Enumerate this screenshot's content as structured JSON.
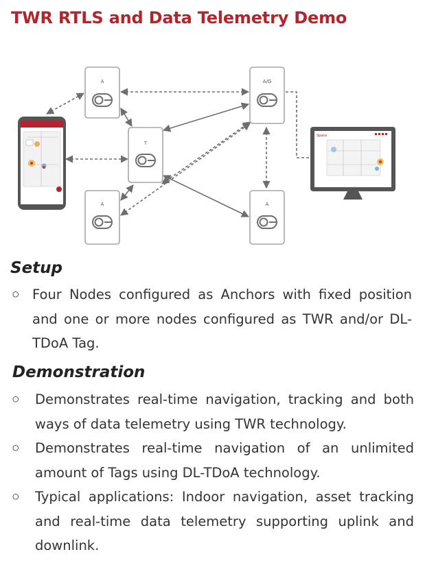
{
  "title": "TWR RTLS and Data Telemetry Demo",
  "diagram": {
    "nodes": [
      {
        "id": "anchor-top-left",
        "label": "A"
      },
      {
        "id": "anchor-top-right",
        "label": "A/G"
      },
      {
        "id": "tag-center",
        "label": "T"
      },
      {
        "id": "anchor-bottom-left",
        "label": "A"
      },
      {
        "id": "anchor-bottom-right",
        "label": "A"
      }
    ],
    "monitor_header": "Space",
    "icons": [
      "phone-icon",
      "monitor-icon"
    ],
    "colors": {
      "accent": "#b3242c",
      "node_border": "#a7a7a7",
      "arrow": "#6e6e6e",
      "dark_device": "#555555"
    }
  },
  "setup": {
    "heading": "Setup",
    "items": [
      "Four Nodes configured as Anchors with fixed position and one or more nodes configured as TWR and/or DL-TDoA Tag."
    ]
  },
  "demonstration": {
    "heading": "Demonstration",
    "items": [
      "Demonstrates real-time navigation, tracking and both ways of data telemetry using TWR technology.",
      "Demonstrates real-time navigation of an unlimited amount of Tags using DL-TDoA technology.",
      "Typical applications: Indoor navigation, asset tracking and real-time data telemetry supporting uplink and downlink."
    ]
  },
  "bullet_symbol": "○"
}
